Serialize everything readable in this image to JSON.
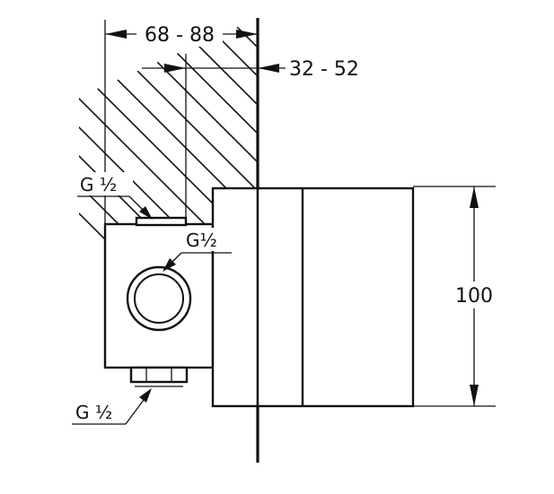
{
  "dimensions": {
    "body_depth": "68 - 88",
    "cover_offset": "32 - 52",
    "height": "100"
  },
  "threads": {
    "top_outlet": "G ½",
    "side_outlet": "G½",
    "bottom_outlet": "G ½"
  },
  "colors": {
    "line": "#111111",
    "background": "#ffffff"
  }
}
